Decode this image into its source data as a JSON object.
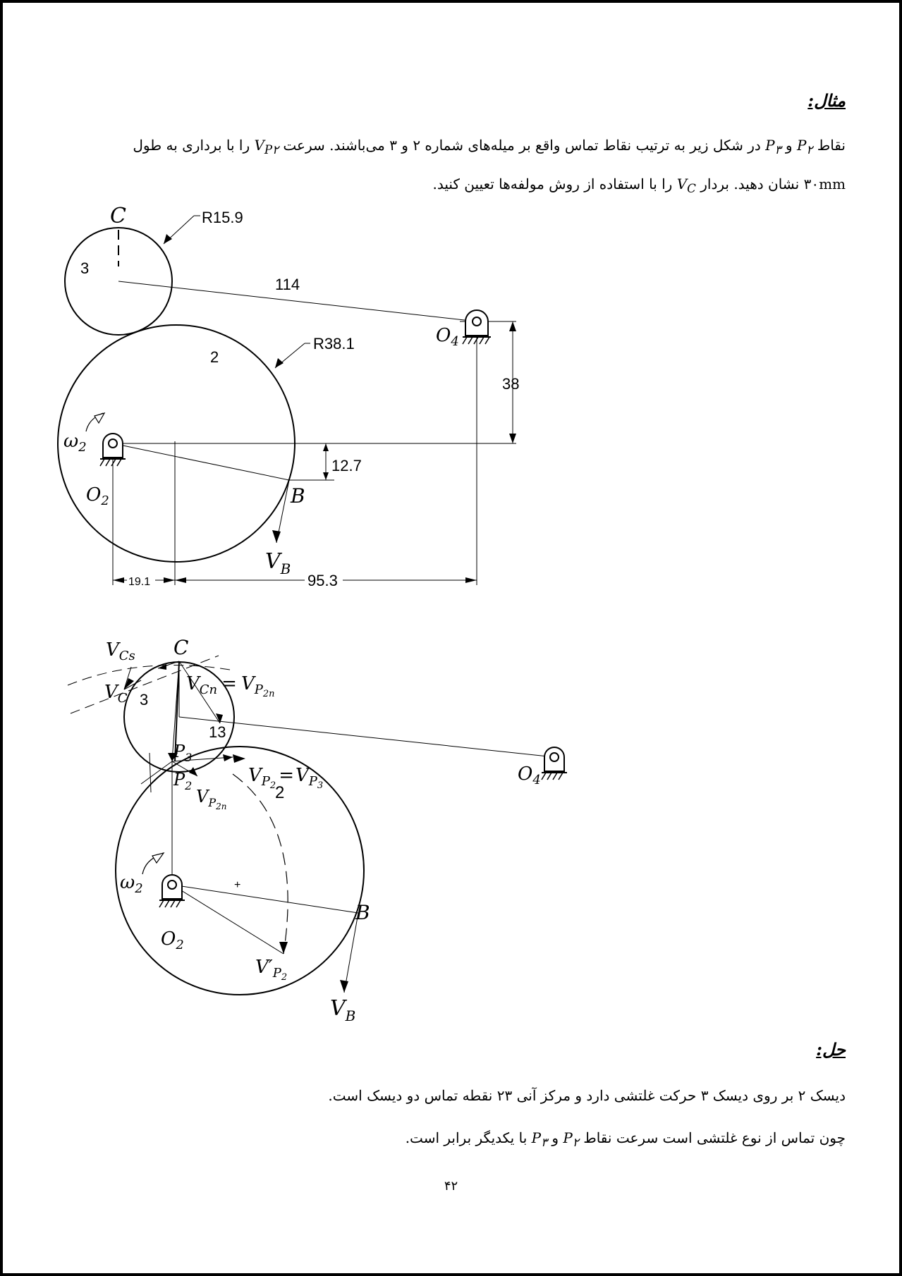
{
  "example": {
    "heading": "مثال:",
    "line1_a": "نقاط ",
    "line1_p2": "P",
    "line1_p2_sub": "۲",
    "line1_b": " و ",
    "line1_p3": "P",
    "line1_p3_sub": "۳",
    "line1_c": " در شکل زیر به ترتیب نقاط تماس واقع بر میله‌های شماره ۲ و ۳ می‌باشند. سرعت ",
    "line1_v": "V",
    "line1_v_sub": "P۲",
    "line1_d": " را با برداری به طول ",
    "line2_a": "۳۰mm نشان دهید. بردار ",
    "line2_v": "V",
    "line2_v_sub": "C",
    "line2_b": " را با استفاده از روش مولفه‌ها تعیین کنید."
  },
  "figure1": {
    "label_C": "C",
    "label_R159": "R15.9",
    "label_3": "3",
    "label_114": "114",
    "label_O": "O",
    "label_O4_sub": "4",
    "label_R381": "R38.1",
    "label_2": "2",
    "label_38": "38",
    "label_omega": "ω",
    "label_omega_sub": "2",
    "label_127": "12.7",
    "label_O2_sub": "2",
    "label_B": "B",
    "label_V": "V",
    "label_VB_sub": "B",
    "label_191": "19.1",
    "label_953": "95.3"
  },
  "figure2": {
    "label_VCs": "V",
    "label_VCs_sub": "Cs",
    "label_C": "C",
    "label_VC": "V",
    "label_VC_sub": "C",
    "label_3": "3",
    "label_VCn": "V",
    "label_VCn_sub": "Cn",
    "label_eq": "=",
    "label_VP2n": "V",
    "label_VP2n_sub": "P",
    "label_VP2n_sub2": "2n",
    "label_13": "13",
    "label_P3": "P",
    "label_P3_sub": "3",
    "label_P2": "P",
    "label_P2_sub": "2",
    "label_VP2": "V",
    "label_VP2_sub": "P",
    "label_VP2_sub2": "2",
    "label_2": "2",
    "label_VP3": "V",
    "label_VP3_sub": "P",
    "label_VP3_sub2": "3",
    "label_VR2n": "V",
    "label_VR2n_sub": "P",
    "label_VR2n_sub2": "2n",
    "label_O4": "O",
    "label_O4_sub": "4",
    "label_omega": "ω",
    "label_omega_sub": "2",
    "label_plus": "+",
    "label_B": "B",
    "label_O2": "O",
    "label_O2_sub": "2",
    "label_VpP2": "V′",
    "label_VpP2_sub": "P",
    "label_VpP2_sub2": "2",
    "label_VB": "V",
    "label_VB_sub": "B"
  },
  "solution": {
    "heading": "حل:",
    "line1": "دیسک ۲ بر روی دیسک ۳ حرکت غلتشی دارد و مرکز آنی ۲۳ نقطه تماس دو دیسک است.",
    "line2_a": "چون تماس از نوع غلتشی است سرعت نقاط ",
    "line2_p2": "P",
    "line2_p2_sub": "۲",
    "line2_b": " و ",
    "line2_p3": "P",
    "line2_p3_sub": "۳",
    "line2_c": " با یکدیگر برابر است."
  },
  "page_number": "۴۲"
}
